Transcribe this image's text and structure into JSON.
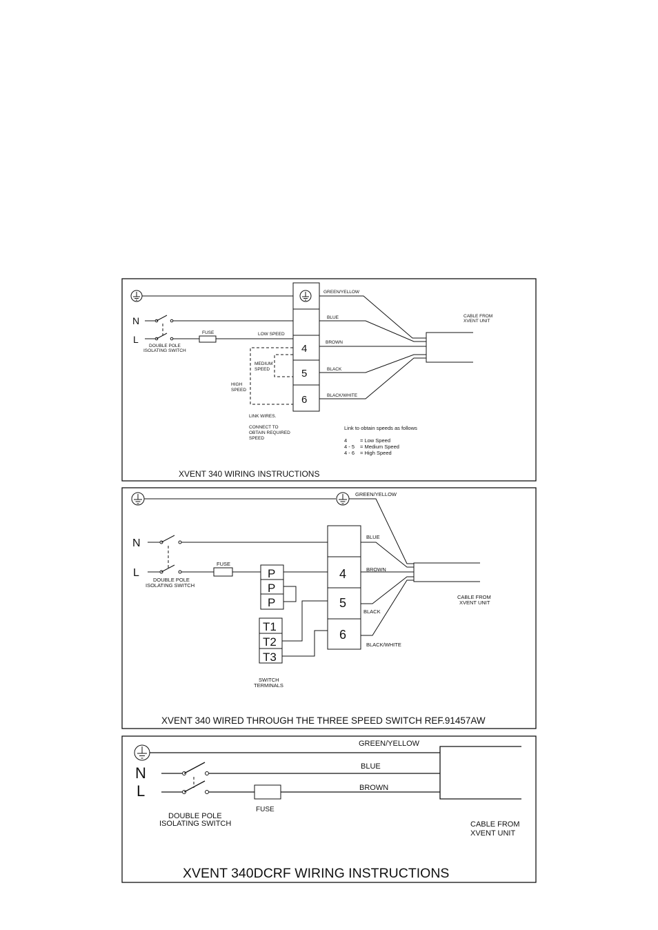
{
  "diagram1": {
    "title": "XVENT 340 WIRING INSTRUCTIONS",
    "n_label": "N",
    "l_label": "L",
    "fuse": "FUSE",
    "switch_line1": "DOUBLE POLE",
    "switch_line2": "ISOLATING SWITCH",
    "low_speed": "LOW SPEED",
    "medium_speed_1": "MEDIUM",
    "medium_speed_2": "SPEED",
    "high_speed_1": "HIGH",
    "high_speed_2": "SPEED",
    "terminals": [
      "4",
      "5",
      "6"
    ],
    "wires": [
      "GREEN/YELLOW",
      "BLUE",
      "BROWN",
      "BLACK",
      "BLACK/WHITE"
    ],
    "cable_1": "CABLE FROM",
    "cable_2": "XVENT UNIT",
    "link_wires": "LINK WIRES.",
    "connect_1": "CONNECT TO",
    "connect_2": "OBTAIN REQUIRED",
    "connect_3": "SPEED",
    "legend_title": "Link to obtain speeds as follows",
    "legend": [
      {
        "key": "4",
        "value": "= Low Speed"
      },
      {
        "key": "4 - 5",
        "value": "= Medium Speed"
      },
      {
        "key": "4 - 6",
        "value": "= High Speed"
      }
    ]
  },
  "diagram2": {
    "title": "XVENT 340 WIRED THROUGH THE THREE SPEED SWITCH REF.91457AW",
    "n_label": "N",
    "l_label": "L",
    "fuse": "FUSE",
    "switch_line1": "DOUBLE POLE",
    "switch_line2": "ISOLATING SWITCH",
    "p_terminals": [
      "P",
      "P",
      "P"
    ],
    "t_terminals": [
      "T1",
      "T2",
      "T3"
    ],
    "switch_terminals_1": "SWITCH",
    "switch_terminals_2": "TERMINALS",
    "terminals": [
      "4",
      "5",
      "6"
    ],
    "wires": [
      "GREEN/YELLOW",
      "BLUE",
      "BROWN",
      "BLACK",
      "BLACK/WHITE"
    ],
    "cable_1": "CABLE FROM",
    "cable_2": "XVENT UNIT"
  },
  "diagram3": {
    "title": "XVENT 340DCRF WIRING INSTRUCTIONS",
    "n_label": "N",
    "l_label": "L",
    "fuse": "FUSE",
    "switch_line1": "DOUBLE POLE",
    "switch_line2": "ISOLATING SWITCH",
    "wires": [
      "GREEN/YELLOW",
      "BLUE",
      "BROWN"
    ],
    "cable_1": "CABLE FROM",
    "cable_2": "XVENT UNIT"
  }
}
